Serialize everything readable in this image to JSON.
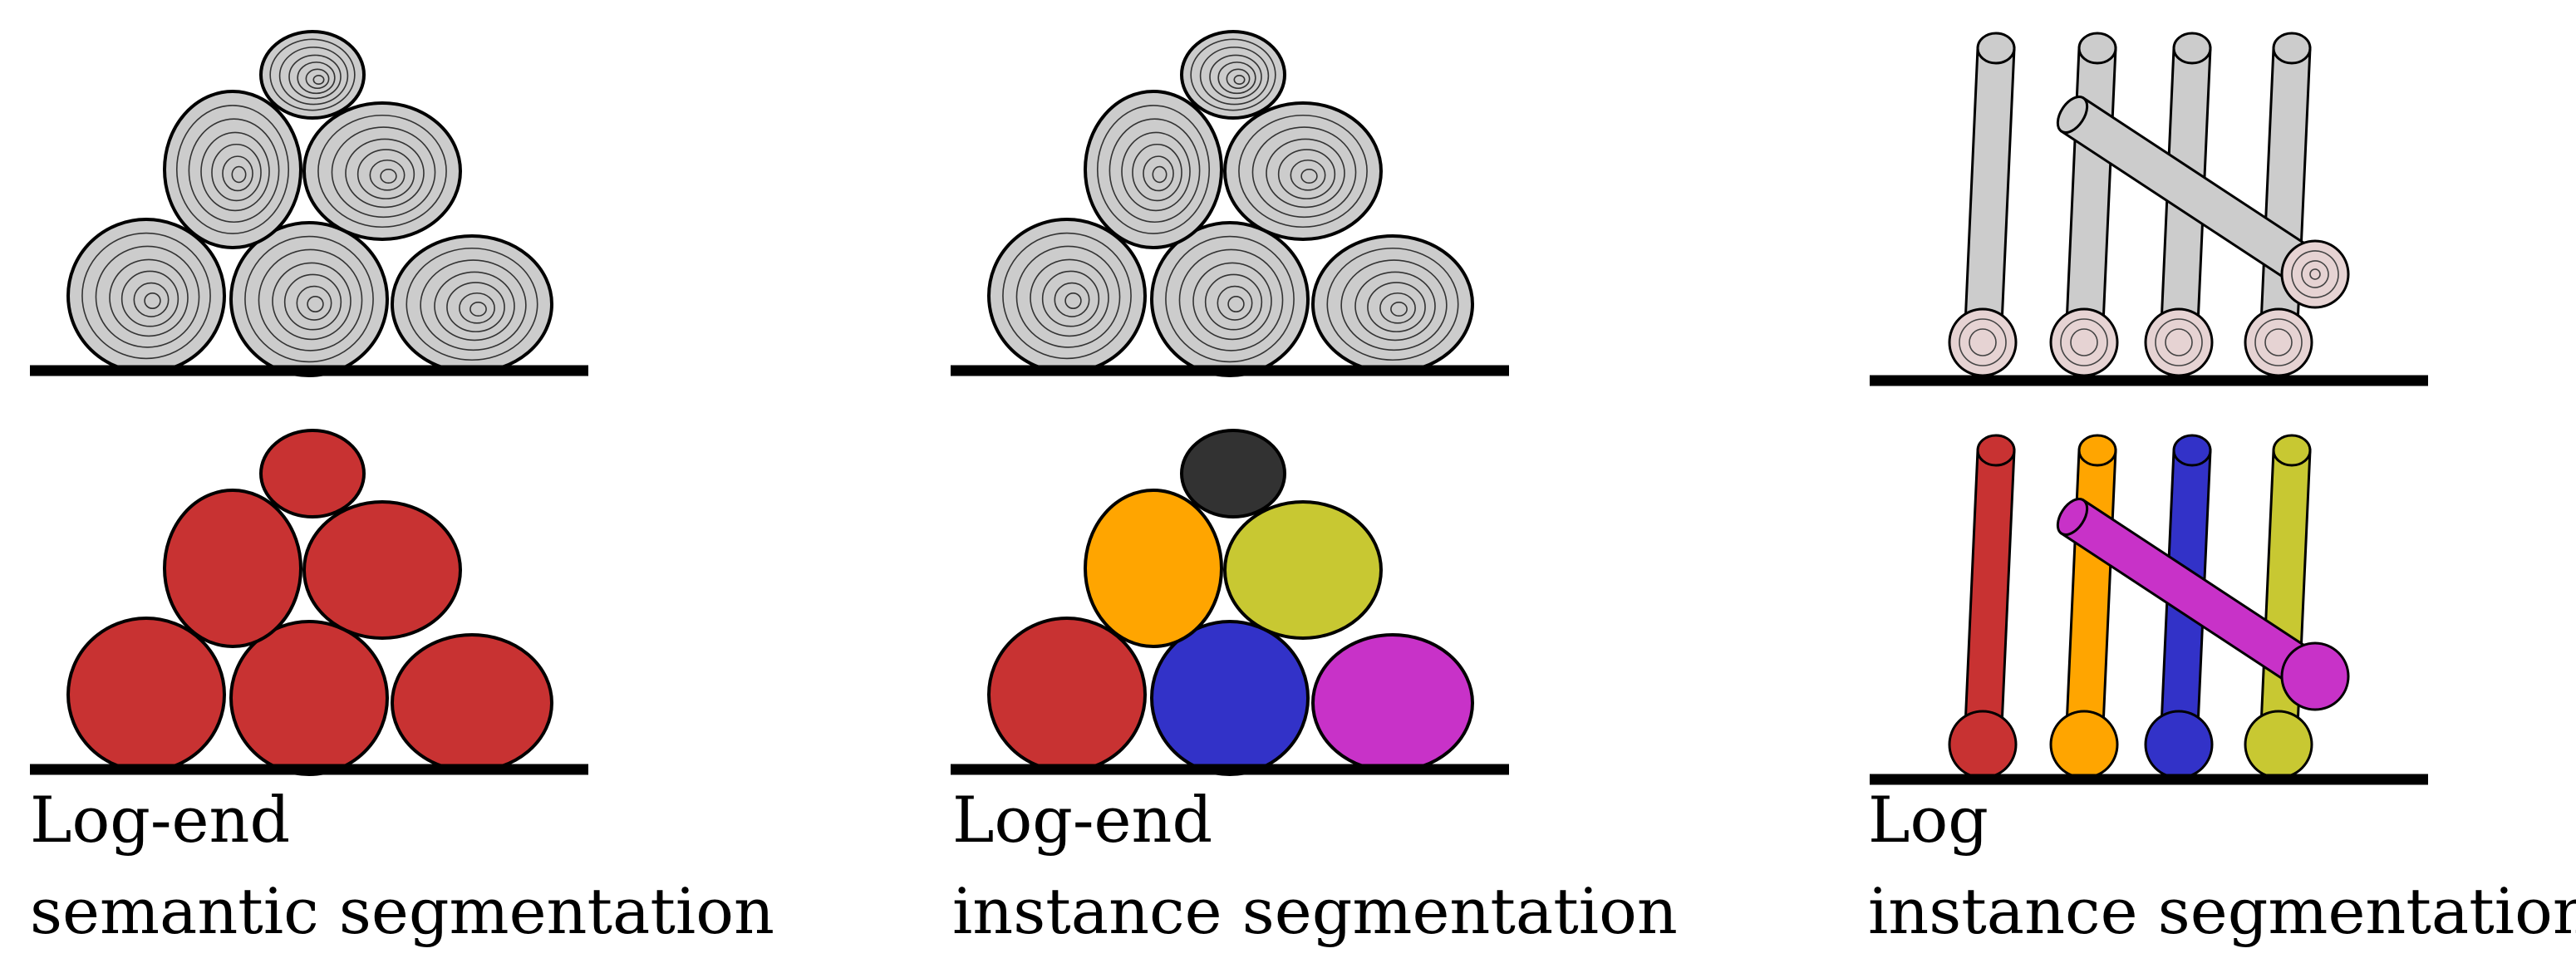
{
  "panels": [
    {
      "id": "log-end-semantic",
      "caption_line1": "Log-end",
      "caption_line2": "semantic segmentation",
      "mask_colors": [
        "#c83232",
        "#c83232",
        "#c83232",
        "#c83232",
        "#c83232",
        "#c83232"
      ]
    },
    {
      "id": "log-end-instance",
      "caption_line1": "Log-end",
      "caption_line2": "instance segmentation",
      "mask_colors": [
        "#c83232",
        "#3232c8",
        "#c832c8",
        "#ffa500",
        "#c8c832",
        "#323232"
      ]
    },
    {
      "id": "log-instance",
      "caption_line1": "Log",
      "caption_line2": "instance segmentation",
      "mask_colors": [
        "#c83232",
        "#ffa500",
        "#3232c8",
        "#c8c832",
        "#c832c8"
      ]
    }
  ],
  "colors": {
    "wood_gray": "#cccccc",
    "log_end_face": "#e6d3d3",
    "outline": "#000000",
    "ground": "#000000"
  }
}
